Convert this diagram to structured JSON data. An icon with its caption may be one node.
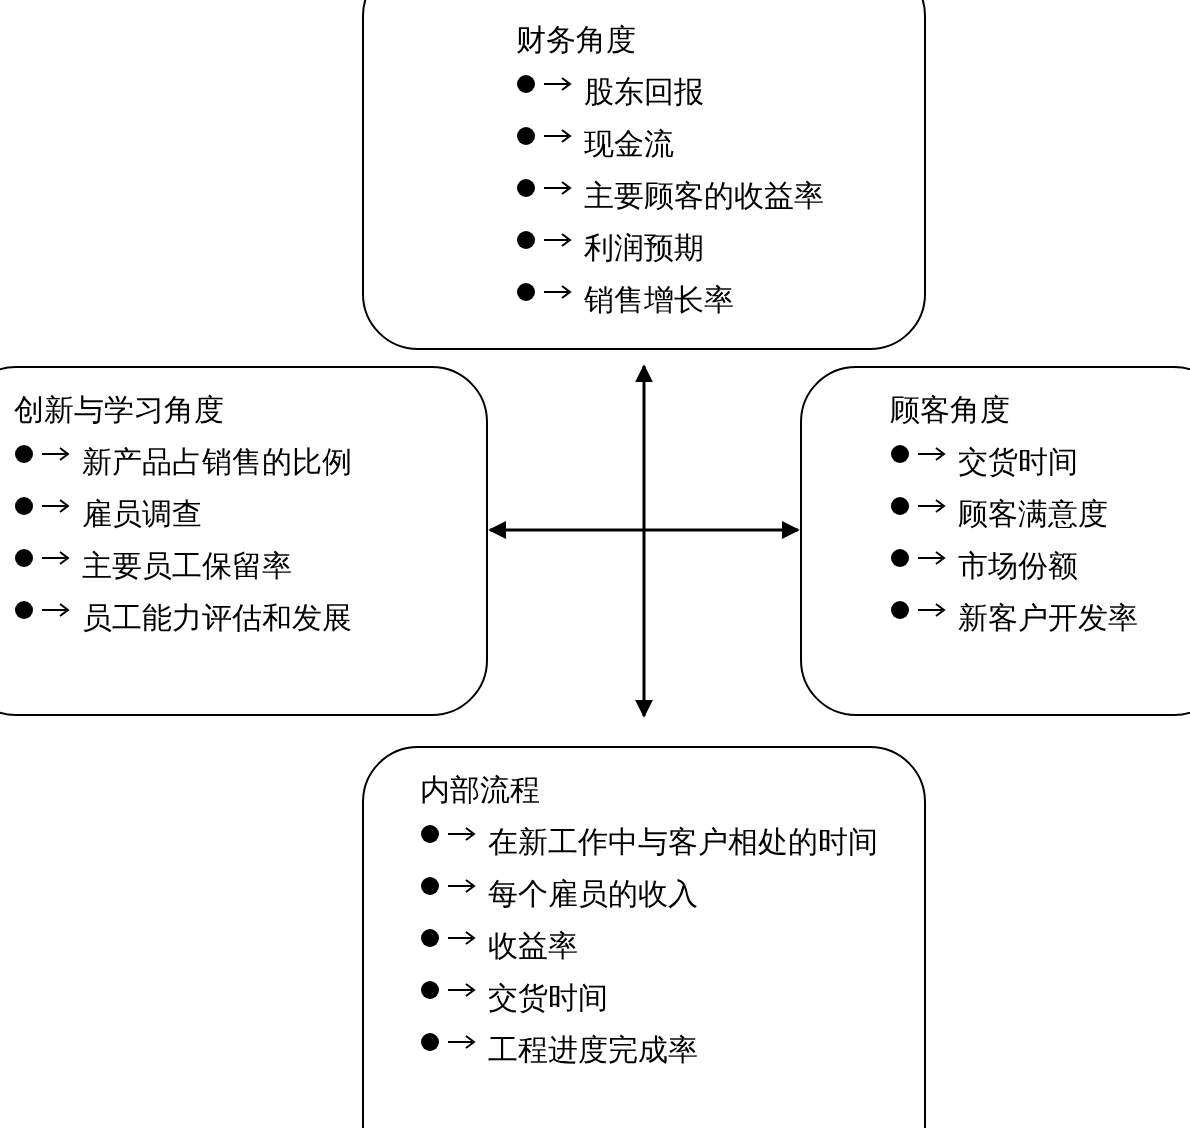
{
  "diagram": {
    "nodes": [
      {
        "text": [
          "财务角度",
          "股东回报",
          "现金流",
          "主要顾客的收益率",
          "利润预期",
          "销售增长率"
        ]
      },
      {
        "text": [
          "创新与学习角度",
          "新产品占销售的比例",
          "雇员调查",
          "主要员工保留率",
          "员工能力评估和发展"
        ]
      },
      {
        "text": [
          "顾客角度",
          "交货时间",
          "顾客满意度",
          "市场份额",
          "新客户开发率"
        ]
      },
      {
        "text": [
          "内部流程",
          "在新工作中与客户相处的时间",
          "每个雇员的收入",
          "收益率",
          "交货时间",
          "工程进度完成率"
        ]
      }
    ],
    "edges": [
      {
        "from": 0,
        "to": 3,
        "arrow": "both"
      },
      {
        "from": 1,
        "to": 2,
        "arrow": "both"
      }
    ]
  }
}
